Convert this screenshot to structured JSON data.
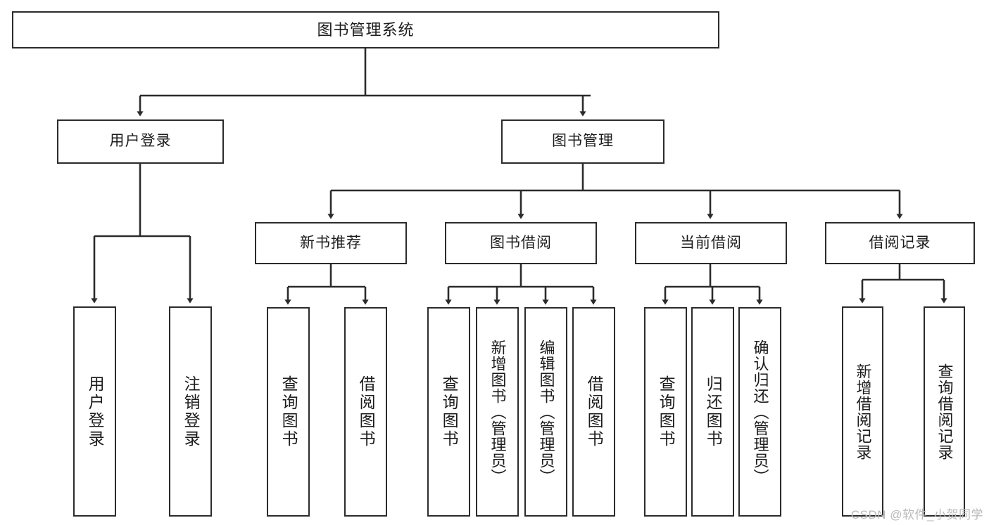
{
  "diagram": {
    "type": "tree-hierarchy-chart",
    "title": "图书管理系统",
    "watermark": "CSDN @软件_小贺同学",
    "colors": {
      "stroke": "#2b2b2b",
      "box_fill": "#ffffff",
      "text": "#1c1c1c",
      "background": "#ffffff",
      "watermark": "#b9b9b9"
    },
    "levels": {
      "root": {
        "label": "图书管理系统"
      },
      "level2": [
        {
          "label": "用户登录"
        },
        {
          "label": "图书管理"
        }
      ],
      "level3": [
        {
          "label": "新书推荐"
        },
        {
          "label": "图书借阅"
        },
        {
          "label": "当前借阅"
        },
        {
          "label": "借阅记录"
        }
      ],
      "leaves": {
        "user_login": [
          {
            "label": "用户登录"
          },
          {
            "label": "注销登录"
          }
        ],
        "new_book_recommend": [
          {
            "label": "查询图书"
          },
          {
            "label": "借阅图书"
          }
        ],
        "book_borrow": [
          {
            "label": "查询图书"
          },
          {
            "label": "新增图书（管理员）"
          },
          {
            "label": "编辑图书（管理员）"
          },
          {
            "label": "借阅图书"
          }
        ],
        "current_borrow": [
          {
            "label": "查询图书"
          },
          {
            "label": "归还图书"
          },
          {
            "label": "确认归还（管理员）"
          }
        ],
        "borrow_record": [
          {
            "label": "新增借阅记录"
          },
          {
            "label": "查询借阅记录"
          }
        ]
      }
    }
  }
}
